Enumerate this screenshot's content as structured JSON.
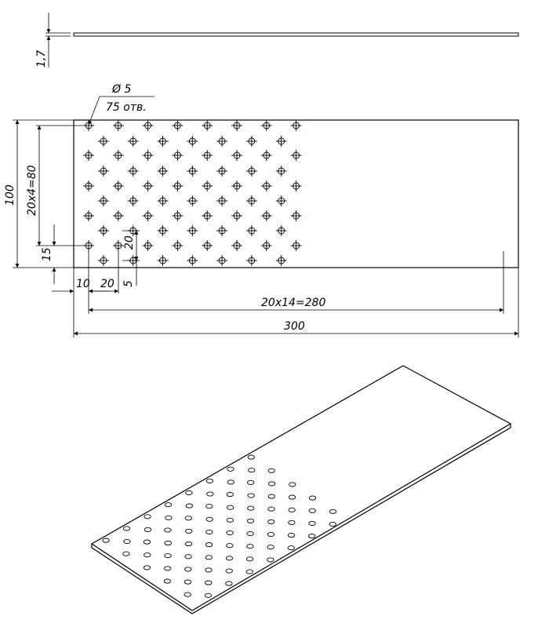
{
  "diagram": {
    "thickness_label": "1,7",
    "hole_label_diameter": "Ø 5",
    "hole_label_count": "75 отв.",
    "height_label": "100",
    "row_pitch_label": "20x4=80",
    "bottom_offset_label": "15",
    "vertical_pitch_label": "20",
    "stagger_label": "5",
    "left_offset_label": "10",
    "horizontal_pitch_label": "20",
    "hole_span_label": "20x14=280",
    "length_label": "300"
  }
}
